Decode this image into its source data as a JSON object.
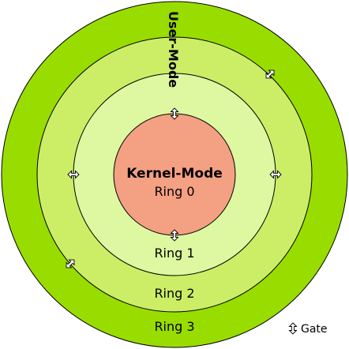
{
  "rings": [
    {
      "id": "ring3",
      "label": "Ring 3",
      "color": "#99dd00"
    },
    {
      "id": "ring2",
      "label": "Ring 2",
      "color": "#ccee66"
    },
    {
      "id": "ring1",
      "label": "Ring 1",
      "color": "#ddf8a0"
    },
    {
      "id": "ring0",
      "label": "Ring 0",
      "color": "#f4a083"
    }
  ],
  "kernel_mode_label": "Kernel-Mode",
  "user_mode_label": "User-Mode",
  "legend": {
    "icon": "gate-arrow-icon",
    "label": "Gate"
  }
}
